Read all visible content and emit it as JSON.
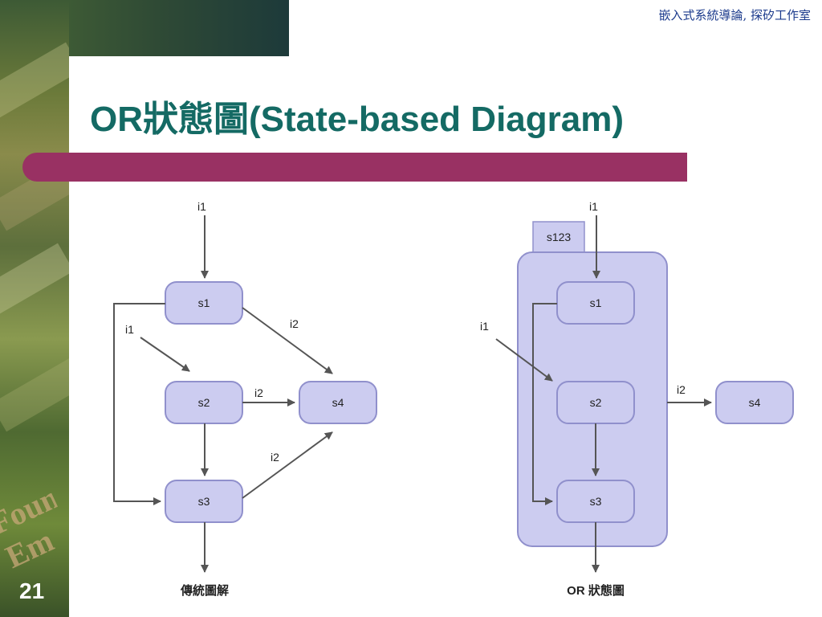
{
  "header": {
    "text": "嵌入式系統導論, 探矽工作室"
  },
  "slide": {
    "title": "OR狀態圖(State-based Diagram)",
    "page_number": "21"
  },
  "sidebar": {
    "watermark_text": "Foun Em"
  },
  "colors": {
    "title": "#146a64",
    "bar": "#993163",
    "state_fill": "#ccccf0",
    "state_stroke": "#9090cc",
    "header": "#1b3a8c"
  },
  "left_diagram": {
    "caption": "傳統圖解",
    "states": {
      "s1": "s1",
      "s2": "s2",
      "s3": "s3",
      "s4": "s4"
    },
    "inputs": {
      "top": "i1",
      "to_s2": "i1",
      "s1_s4": "i2",
      "s2_s4": "i2",
      "s3_s4": "i2"
    }
  },
  "right_diagram": {
    "caption": "OR 狀態圖",
    "superstate": "s123",
    "states": {
      "s1": "s1",
      "s2": "s2",
      "s3": "s3",
      "s4": "s4"
    },
    "inputs": {
      "top": "i1",
      "to_s2": "i1",
      "out": "i2"
    }
  }
}
